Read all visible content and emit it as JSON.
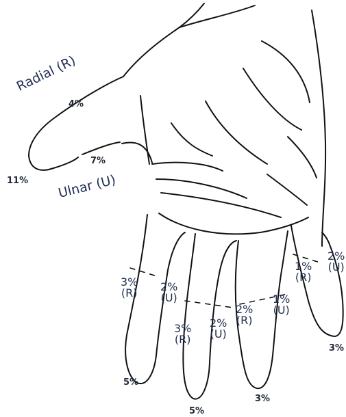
{
  "labels": {
    "radial": "Radial (R)",
    "ulnar": "Ulnar (U)",
    "thumb_radial_pct": "4%",
    "thumb_ulnar_pct": "7%",
    "thumb_tip_pct": "11%",
    "index_r": {
      "pct": "3%",
      "side": "(R)"
    },
    "index_u": {
      "pct": "2%",
      "side": "(U)"
    },
    "index_tip": "5%",
    "middle_r": {
      "pct": "3%",
      "side": "(R)"
    },
    "middle_u": {
      "pct": "2%",
      "side": "(U)"
    },
    "middle_tip": "5%",
    "ring_r": {
      "pct": "2%",
      "side": "(R)"
    },
    "ring_u": {
      "pct": "1%",
      "side": "(U)"
    },
    "ring_tip": "3%",
    "little_r": {
      "pct": "1%",
      "side": "(R)"
    },
    "little_u": {
      "pct": "2%",
      "side": "(U)"
    },
    "little_tip": "3%"
  }
}
